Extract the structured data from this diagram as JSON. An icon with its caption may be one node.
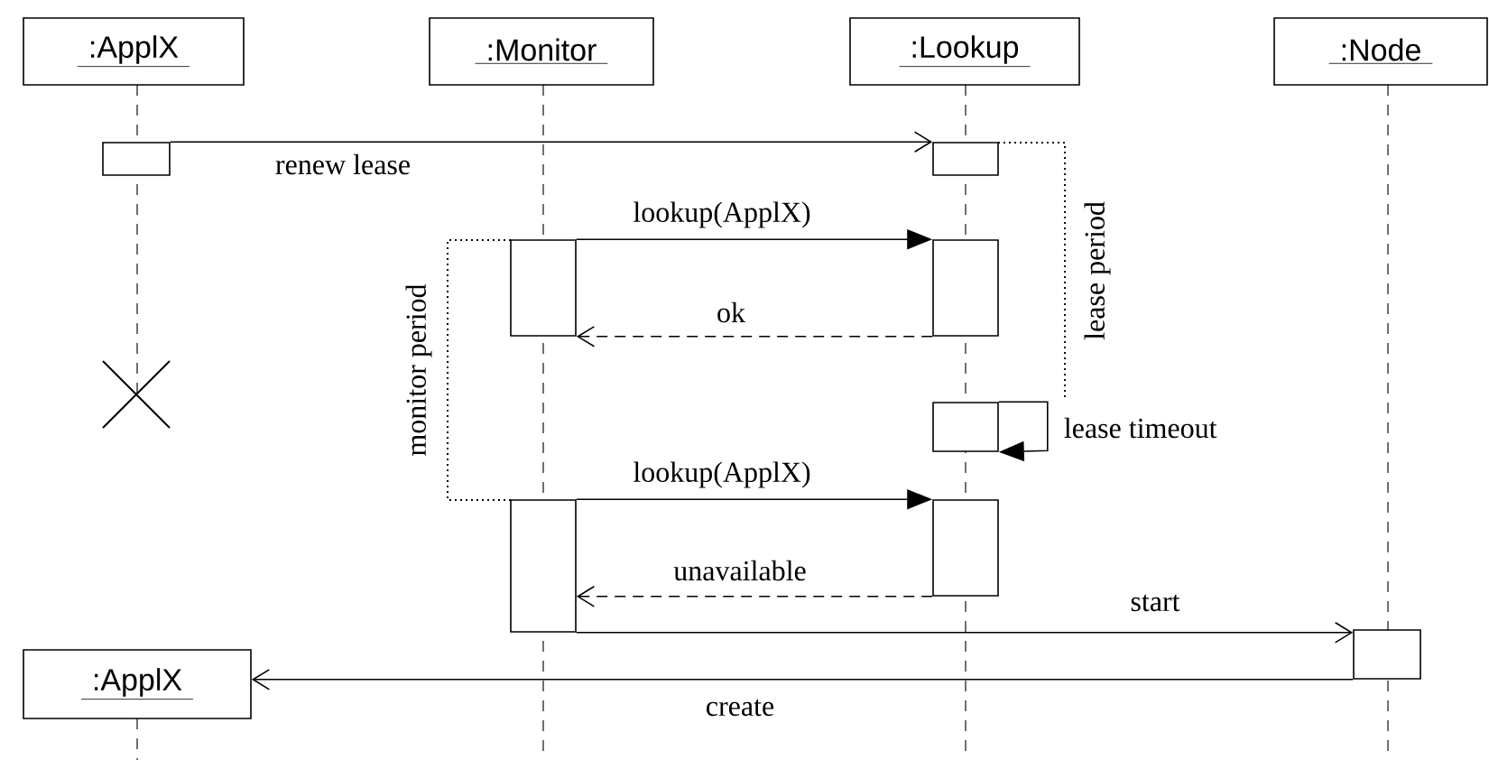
{
  "diagram": {
    "nodes": [
      {
        "text": [
          ":ApplX"
        ]
      },
      {
        "text": [
          ":Monitor"
        ]
      },
      {
        "text": [
          ":Lookup"
        ]
      },
      {
        "text": [
          ":Node"
        ]
      },
      {
        "text": [
          ":ApplX"
        ]
      },
      {
        "text": [],
        "shape": "box"
      },
      {
        "text": [],
        "shape": "box"
      },
      {
        "text": [],
        "shape": "box"
      },
      {
        "text": [],
        "shape": "box"
      },
      {
        "text": [],
        "shape": "box"
      },
      {
        "text": [],
        "shape": "box"
      },
      {
        "text": [],
        "shape": "box"
      },
      {
        "text": [],
        "shape": "box"
      }
    ],
    "edges": [
      {
        "from": 5,
        "to": 6,
        "arrow": "to",
        "label": "renew lease"
      },
      {
        "from": 7,
        "to": 8,
        "arrow": "to",
        "label": "lookup(ApplX)"
      },
      {
        "from": 8,
        "to": 7,
        "arrow": "to",
        "label": "ok",
        "style": "dashed"
      },
      {
        "from": 9,
        "to": 9,
        "arrow": "to",
        "label": "lease timeout"
      },
      {
        "from": 10,
        "to": 11,
        "arrow": "to",
        "label": "lookup(ApplX)"
      },
      {
        "from": 11,
        "to": 10,
        "arrow": "to",
        "label": "unavailable",
        "style": "dashed"
      },
      {
        "from": 10,
        "to": 12,
        "arrow": "to",
        "label": "start"
      },
      {
        "from": 12,
        "to": 4,
        "arrow": "to",
        "label": "create"
      }
    ],
    "labels": [
      "lease period",
      "monitor period"
    ]
  }
}
